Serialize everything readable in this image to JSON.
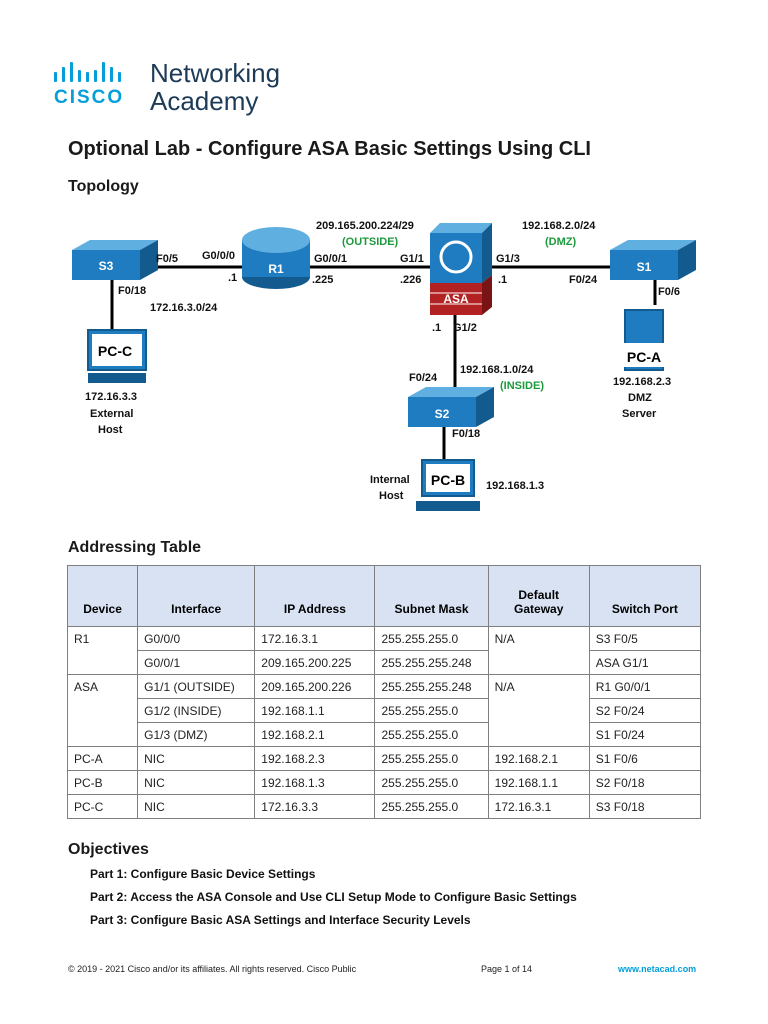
{
  "brand": {
    "logo_word": "CISCO",
    "line1": "Networking",
    "line2": "Academy",
    "color": "#049fd9"
  },
  "title": "Optional Lab - Configure ASA Basic Settings Using CLI",
  "topology": {
    "heading": "Topology",
    "devices": {
      "s3": "S3",
      "r1": "R1",
      "asa": "ASA",
      "s1": "S1",
      "s2": "S2",
      "pc_c": "PC-C",
      "pc_a": "PC-A",
      "pc_b": "PC-B"
    },
    "labels": {
      "s3_f05": "F0/5",
      "s3_f018": "F0/18",
      "net_172": "172.16.3.0/24",
      "r1_g000": "G0/0/0",
      "r1_dot1": ".1",
      "outside_net": "209.165.200.224/29",
      "outside_tag": "(OUTSIDE)",
      "r1_g001": "G0/0/1",
      "r1_225": ".225",
      "asa_g11": "G1/1",
      "asa_226": ".226",
      "dmz_net": "192.168.2.0/24",
      "dmz_tag": "(DMZ)",
      "asa_g13": "G1/3",
      "asa_dot1_dmz": ".1",
      "s1_f024": "F0/24",
      "s1_f06": "F0/6",
      "asa_dot1_in": ".1",
      "asa_g12": "G1/2",
      "s2_f024": "F0/24",
      "inside_net": "192.168.1.0/24",
      "inside_tag": "(INSIDE)",
      "s2_f018": "F0/18",
      "pcc_ip": "172.16.3.3",
      "pcc_role1": "External",
      "pcc_role2": "Host",
      "pca_ip": "192.168.2.3",
      "pca_role1": "DMZ",
      "pca_role2": "Server",
      "pcb_role1": "Internal",
      "pcb_role2": "Host",
      "pcb_ip": "192.168.1.3"
    }
  },
  "addressing": {
    "heading": "Addressing Table",
    "headers": [
      "Device",
      "Interface",
      "IP Address",
      "Subnet Mask",
      "Default Gateway",
      "Switch Port"
    ],
    "rows": [
      [
        "R1",
        "G0/0/0",
        "172.16.3.1",
        "255.255.255.0",
        "N/A",
        "S3 F0/5"
      ],
      [
        "",
        "G0/0/1",
        "209.165.200.225",
        "255.255.255.248",
        "",
        "ASA G1/1"
      ],
      [
        "ASA",
        "G1/1 (OUTSIDE)",
        "209.165.200.226",
        "255.255.255.248",
        "N/A",
        "R1 G0/0/1"
      ],
      [
        "",
        "G1/2 (INSIDE)",
        "192.168.1.1",
        "255.255.255.0",
        "",
        "S2 F0/24"
      ],
      [
        "",
        "G1/3 (DMZ)",
        "192.168.2.1",
        "255.255.255.0",
        "",
        "S1 F0/24"
      ],
      [
        "PC-A",
        "NIC",
        "192.168.2.3",
        "255.255.255.0",
        "192.168.2.1",
        "S1 F0/6"
      ],
      [
        "PC-B",
        "NIC",
        "192.168.1.3",
        "255.255.255.0",
        "192.168.1.1",
        "S2 F0/18"
      ],
      [
        "PC-C",
        "NIC",
        "172.16.3.3",
        "255.255.255.0",
        "172.16.3.1",
        "S3 F0/18"
      ]
    ]
  },
  "objectives": {
    "heading": "Objectives",
    "parts": [
      "Part 1: Configure Basic Device Settings",
      "Part 2: Access the ASA Console and Use CLI Setup Mode to Configure Basic Settings",
      "Part 3: Configure Basic ASA Settings and Interface Security Levels"
    ]
  },
  "footer": {
    "copyright": "© 2019 - 2021 Cisco and/or its affiliates. All rights reserved. Cisco Public",
    "page": "Page 1 of 14",
    "url": "www.netacad.com"
  }
}
